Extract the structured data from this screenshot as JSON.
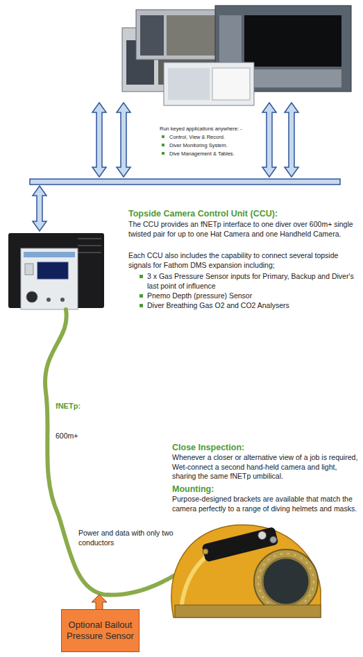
{
  "diagram": {
    "nodes": [
      {
        "text": [
          "Optional Bailout Pressure Sensor"
        ]
      }
    ],
    "labels": [
      "Run keyed applications anywhere: -",
      "Control, View & Record.",
      "Diver Monitoring System.",
      "Dive Management & Tables.",
      "Topside Camera Control Unit (CCU):",
      "The CCU provides an fNETp interface to one diver over 600m+ single twisted pair for up to one Hat Camera and one Handheld Camera.",
      "Each CCU also includes the capability to connect several topside signals for Fathom DMS expansion including;",
      "3 x Gas Pressure Sensor inputs for Primary, Backup and Diver's last point of influence",
      "Pnemo Depth (pressure) Sensor",
      "Diver Breathing Gas O2 and CO2 Analysers",
      "fNETp:",
      "600m+",
      "Close Inspection:",
      "Whenever a closer or alternative view of a job is required, Wet-connect a second hand-held camera and light, sharing the same fNETp umbilical.",
      "Mounting:",
      "Purpose-designed brackets are available that match the camera perfectly to a range of diving helmets and masks.",
      "Power and data with only two conductors"
    ]
  }
}
